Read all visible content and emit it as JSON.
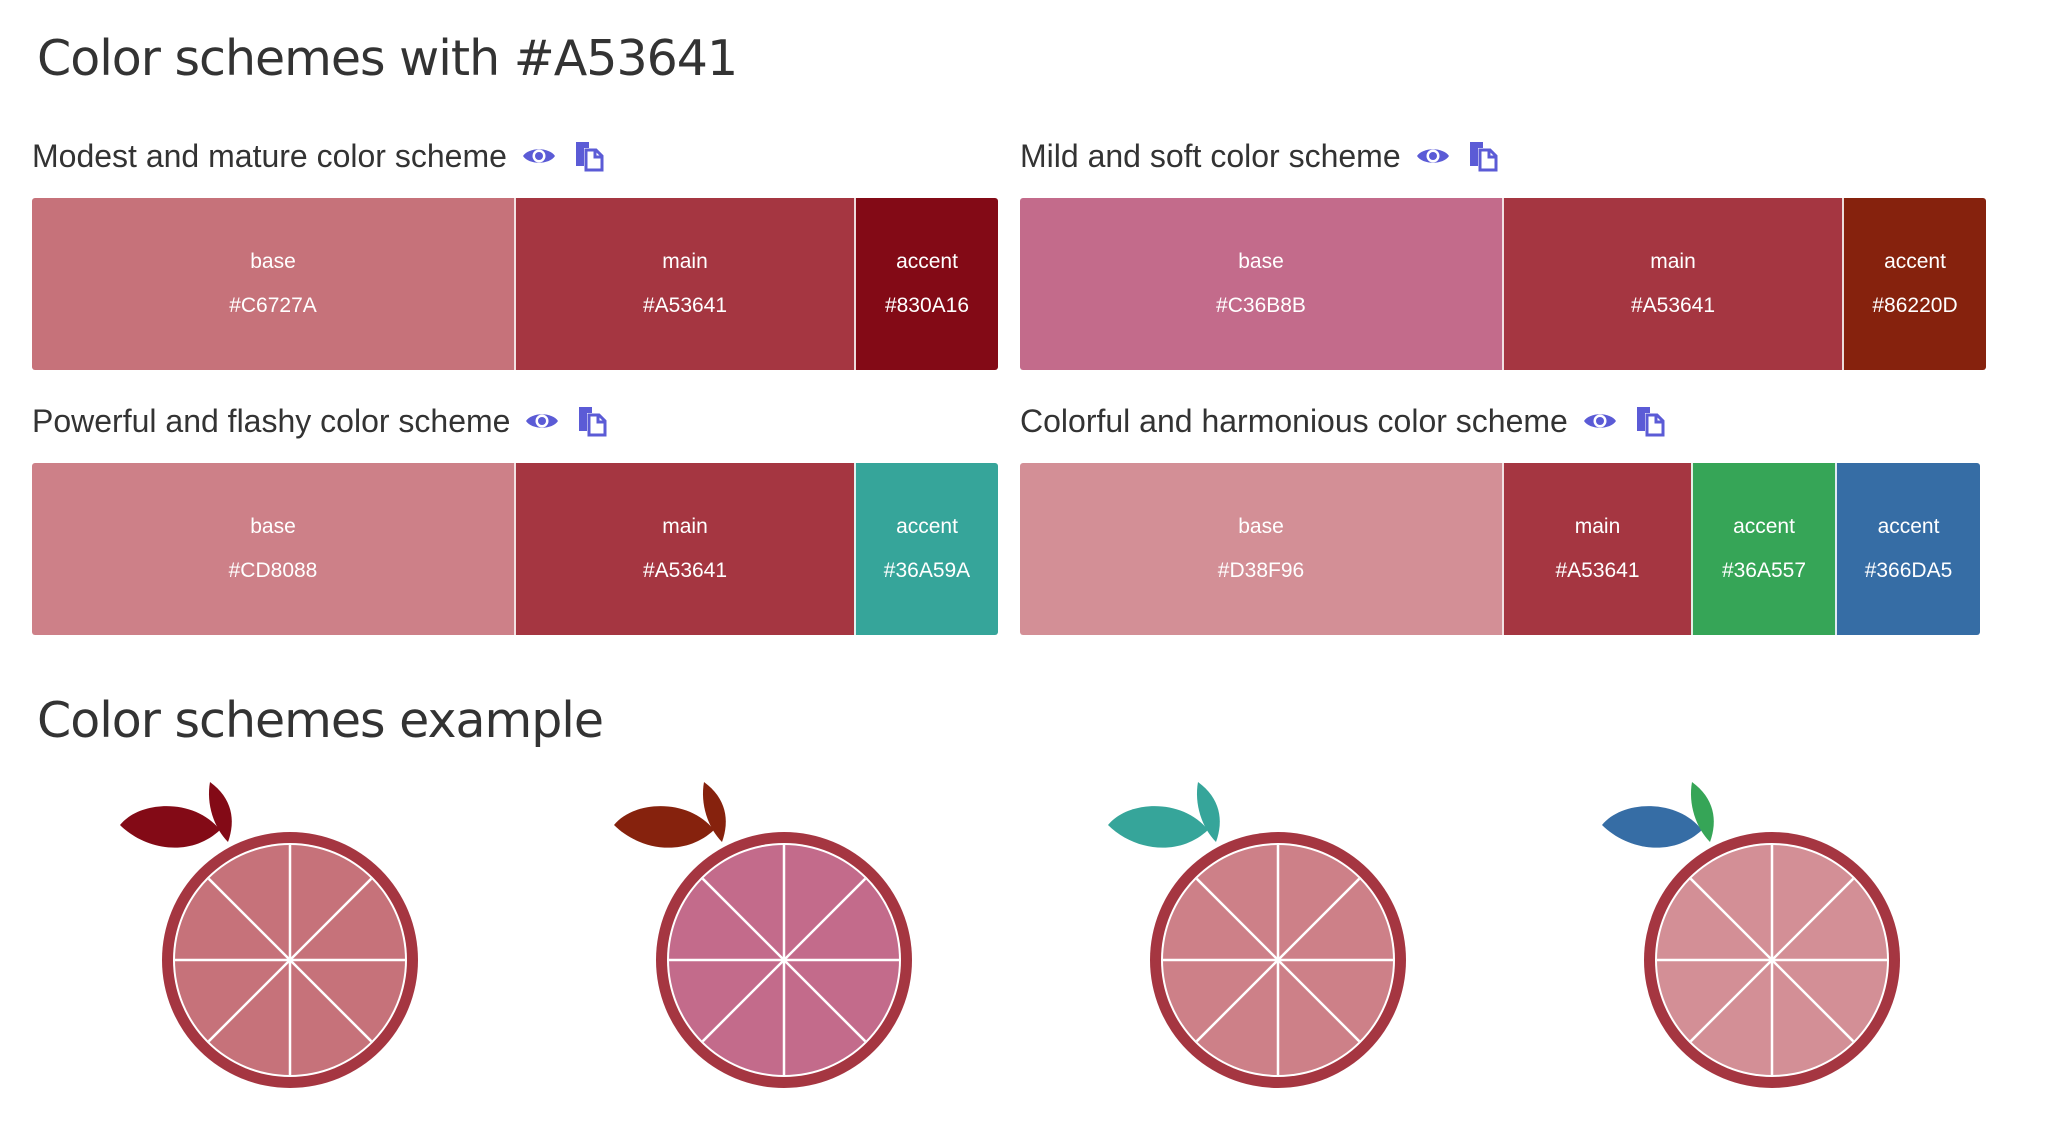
{
  "page": {
    "title": "Color schemes with #A53641",
    "example_title": "Color schemes example"
  },
  "ui_colors": {
    "icon": "#5B5BD6",
    "text": "#333333",
    "divider": "#FFFFFF"
  },
  "icons": {
    "preview": "eye-icon",
    "copy": "copy-icon"
  },
  "schemes": [
    {
      "title": "Modest and mature color scheme",
      "swatches": [
        {
          "role": "base",
          "hex": "#C6727A",
          "color": "#C6727A"
        },
        {
          "role": "main",
          "hex": "#A53641",
          "color": "#A53641"
        },
        {
          "role": "accent",
          "hex": "#830A16",
          "color": "#830A16"
        }
      ]
    },
    {
      "title": "Mild and soft color scheme",
      "swatches": [
        {
          "role": "base",
          "hex": "#C36B8B",
          "color": "#C36B8B"
        },
        {
          "role": "main",
          "hex": "#A53641",
          "color": "#A53641"
        },
        {
          "role": "accent",
          "hex": "#86220D",
          "color": "#86220D"
        }
      ]
    },
    {
      "title": "Powerful and flashy color scheme",
      "swatches": [
        {
          "role": "base",
          "hex": "#CD8088",
          "color": "#CD8088"
        },
        {
          "role": "main",
          "hex": "#A53641",
          "color": "#A53641"
        },
        {
          "role": "accent",
          "hex": "#36A59A",
          "color": "#36A59A"
        }
      ]
    },
    {
      "title": "Colorful and harmonious color scheme",
      "swatches": [
        {
          "role": "base",
          "hex": "#D38F96",
          "color": "#D38F96"
        },
        {
          "role": "main",
          "hex": "#A53641",
          "color": "#A53641"
        },
        {
          "role": "accent",
          "hex": "#36A557",
          "color": "#36A557"
        },
        {
          "role": "accent",
          "hex": "#366DA5",
          "color": "#366DA5"
        }
      ]
    }
  ],
  "examples": [
    {
      "base": "#C6727A",
      "main": "#A53641",
      "accent": "#830A16",
      "stem": "#830A16"
    },
    {
      "base": "#C36B8B",
      "main": "#A53641",
      "accent": "#86220D",
      "stem": "#86220D"
    },
    {
      "base": "#CD8088",
      "main": "#A53641",
      "accent": "#36A59A",
      "stem": "#36A59A"
    },
    {
      "base": "#D38F96",
      "main": "#A53641",
      "accent": "#366DA5",
      "stem": "#36A557"
    }
  ]
}
